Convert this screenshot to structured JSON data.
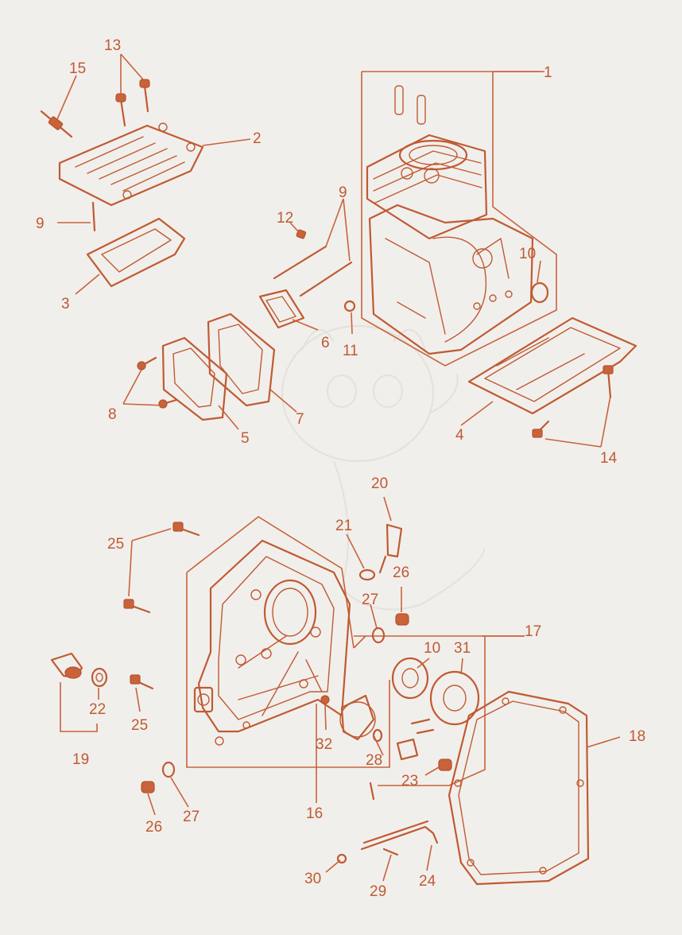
{
  "labels": [
    {
      "id": "l1",
      "text": "1"
    },
    {
      "id": "l2",
      "text": "2"
    },
    {
      "id": "l3",
      "text": "3"
    },
    {
      "id": "l4",
      "text": "4"
    },
    {
      "id": "l5",
      "text": "5"
    },
    {
      "id": "l6",
      "text": "6"
    },
    {
      "id": "l7",
      "text": "7"
    },
    {
      "id": "l8",
      "text": "8"
    },
    {
      "id": "l9a",
      "text": "9"
    },
    {
      "id": "l9b",
      "text": "9"
    },
    {
      "id": "l10a",
      "text": "10"
    },
    {
      "id": "l10b",
      "text": "10"
    },
    {
      "id": "l11",
      "text": "11"
    },
    {
      "id": "l12",
      "text": "12"
    },
    {
      "id": "l13",
      "text": "13"
    },
    {
      "id": "l14",
      "text": "14"
    },
    {
      "id": "l15",
      "text": "15"
    },
    {
      "id": "l16",
      "text": "16"
    },
    {
      "id": "l17",
      "text": "17"
    },
    {
      "id": "l18",
      "text": "18"
    },
    {
      "id": "l19",
      "text": "19"
    },
    {
      "id": "l20",
      "text": "20"
    },
    {
      "id": "l21",
      "text": "21"
    },
    {
      "id": "l22",
      "text": "22"
    },
    {
      "id": "l23",
      "text": "23"
    },
    {
      "id": "l24",
      "text": "24"
    },
    {
      "id": "l25a",
      "text": "25"
    },
    {
      "id": "l25b",
      "text": "25"
    },
    {
      "id": "l26a",
      "text": "26"
    },
    {
      "id": "l26b",
      "text": "26"
    },
    {
      "id": "l27a",
      "text": "27"
    },
    {
      "id": "l27b",
      "text": "27"
    },
    {
      "id": "l28",
      "text": "28"
    },
    {
      "id": "l29",
      "text": "29"
    },
    {
      "id": "l30",
      "text": "30"
    },
    {
      "id": "l31",
      "text": "31"
    },
    {
      "id": "l32",
      "text": "32"
    }
  ],
  "colors": {
    "line": "#c05a32",
    "background": "#f1efec",
    "watermark": "#e3dfda"
  }
}
